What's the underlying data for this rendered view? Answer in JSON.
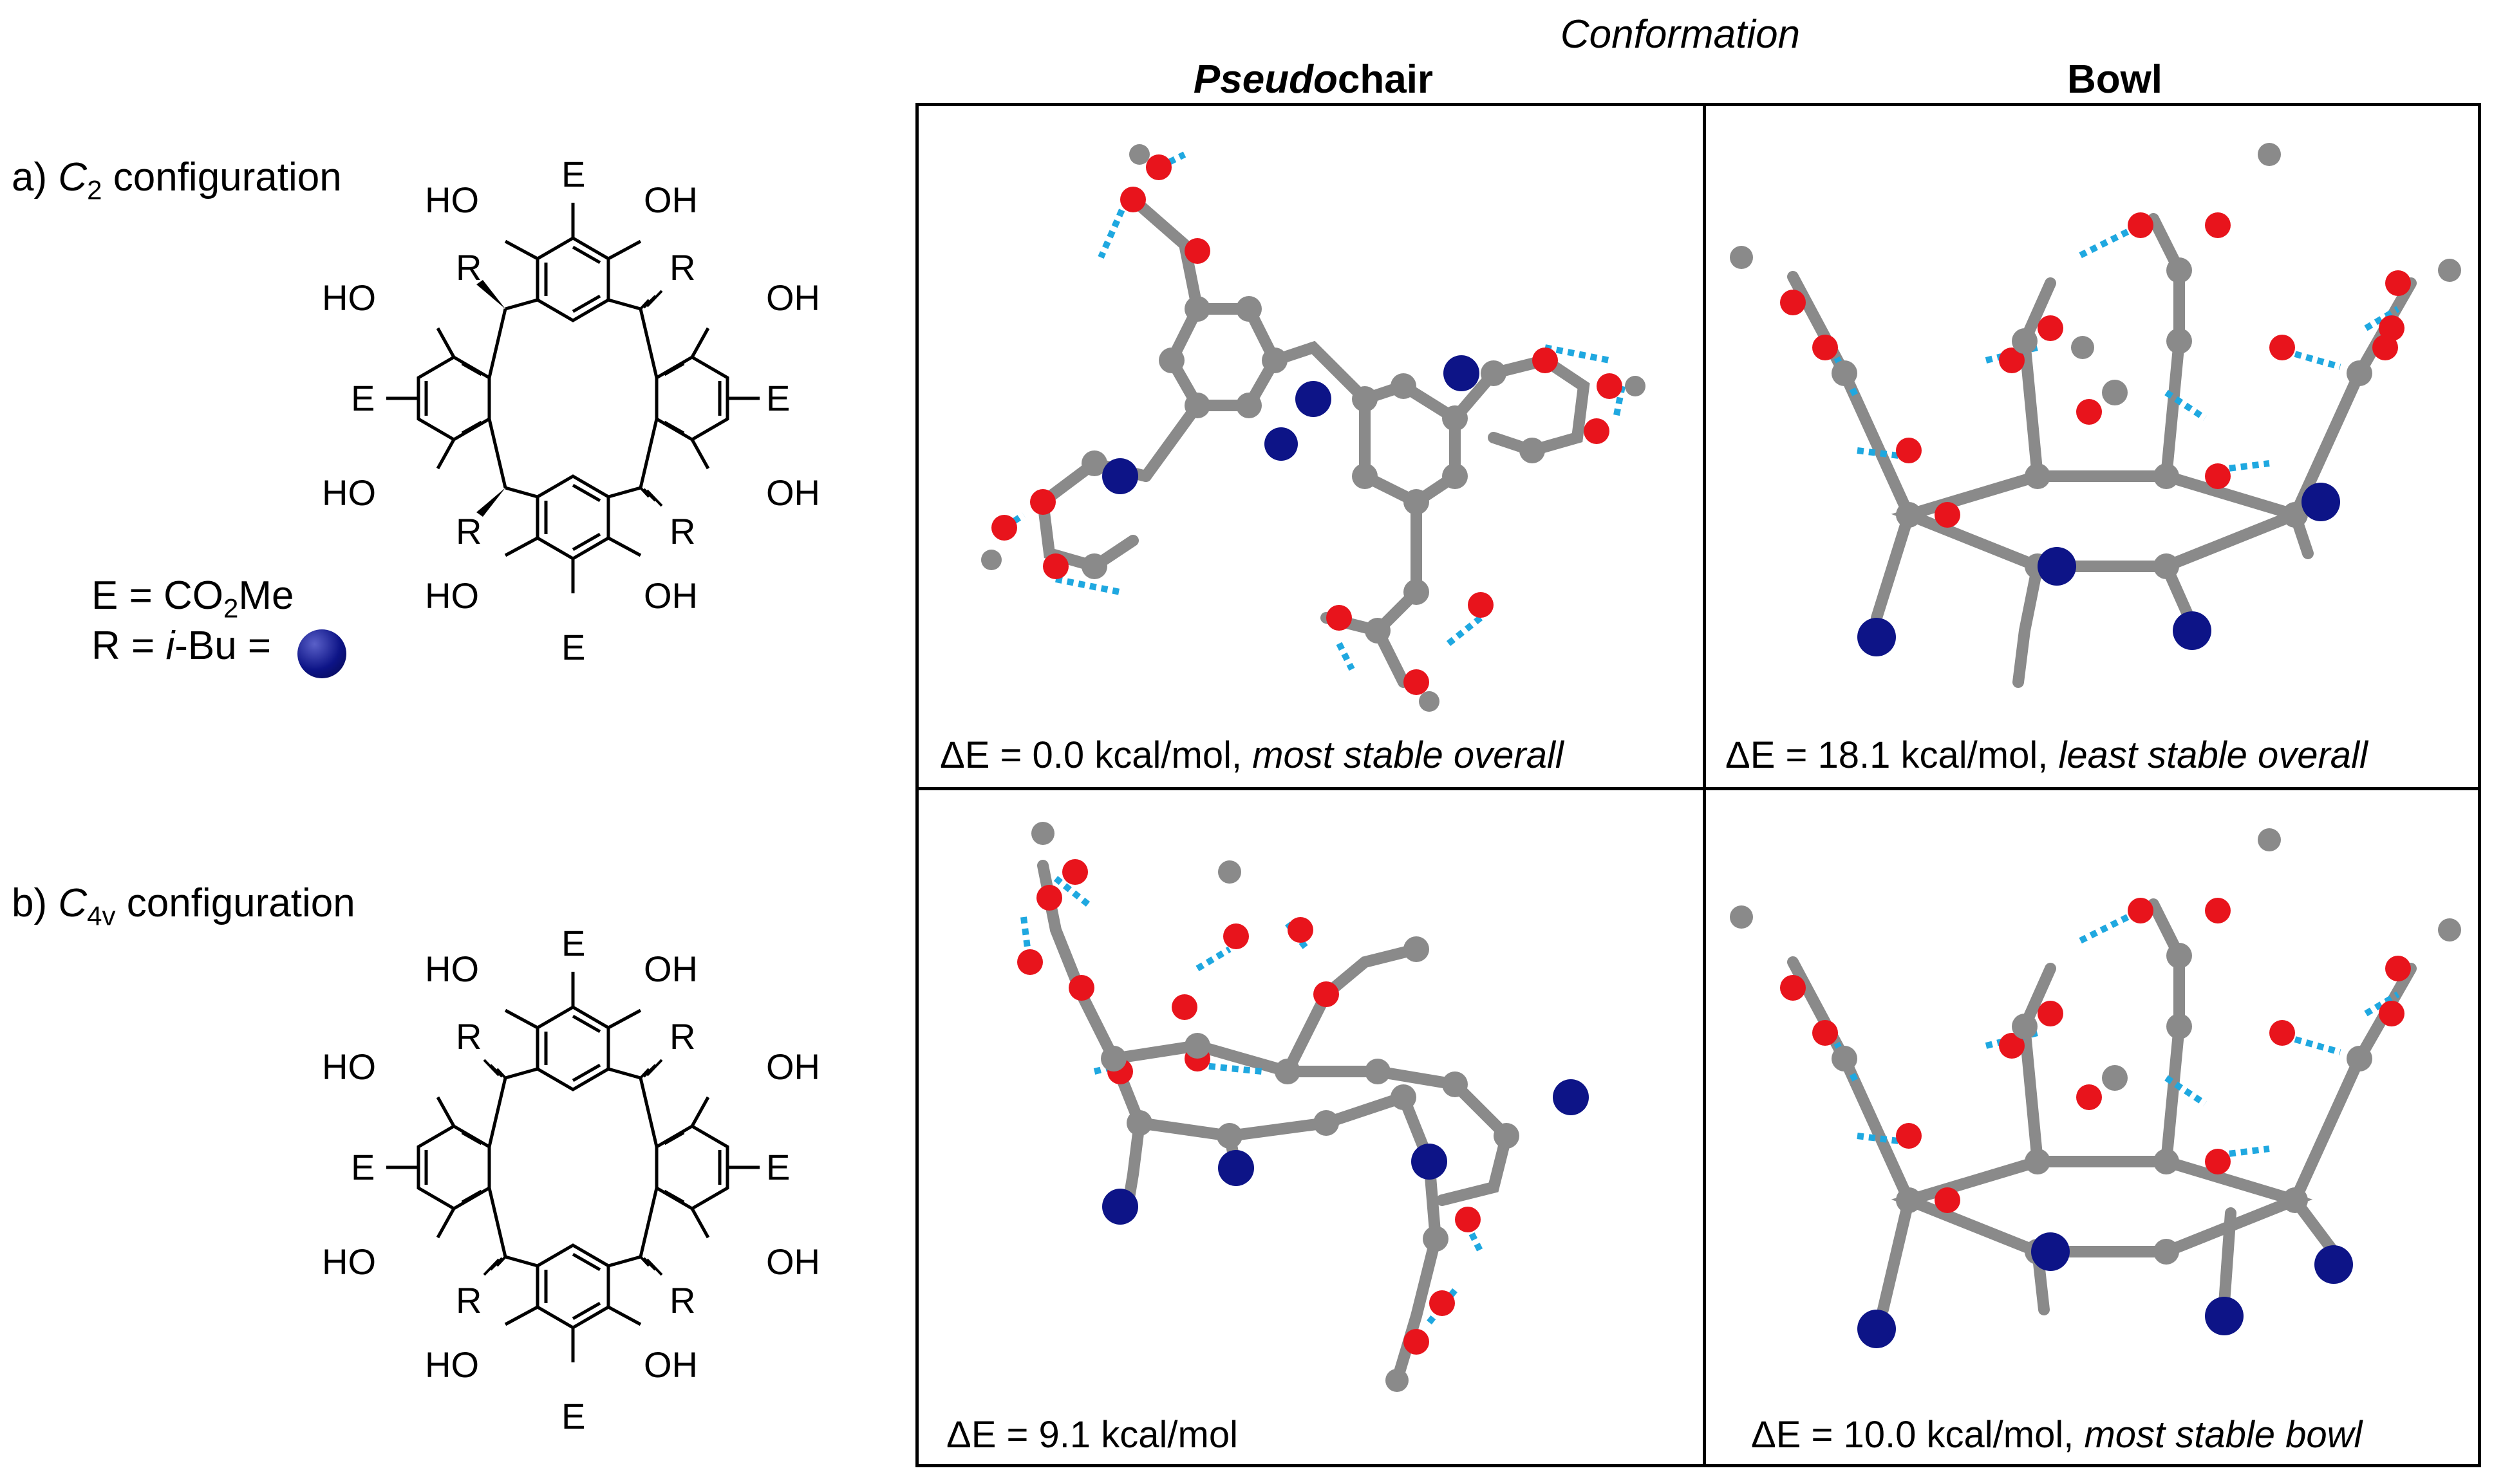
{
  "column_group_header": "Conformation",
  "columns": {
    "pseudochair_italic": "Pseudo",
    "pseudochair_rest": "chair",
    "bowl": "Bowl"
  },
  "row_a": {
    "prefix": "a) ",
    "sym": "C",
    "sub": "2",
    "suffix": " configuration"
  },
  "row_b": {
    "prefix": "b) ",
    "sym": "C",
    "sub": "4v",
    "suffix": " configuration"
  },
  "legend": {
    "e_line_a": "E = CO",
    "e_line_sub": "2",
    "e_line_b": "Me",
    "r_line_a": "R = ",
    "r_line_ital": "i",
    "r_line_b": "-Bu = "
  },
  "atom_labels": {
    "ho": "HO",
    "oh": "OH",
    "e": "E",
    "r": "R"
  },
  "cells": {
    "a_chair": {
      "value": "ΔE = 0.0 kcal/mol, ",
      "note": "most stable overall"
    },
    "a_bowl": {
      "value": "ΔE = 18.1 kcal/mol, ",
      "note": "least stable overall"
    },
    "b_chair": {
      "value": "ΔE = 9.1 kcal/mol",
      "note": ""
    },
    "b_bowl": {
      "value": "ΔE = 10.0 kcal/mol, ",
      "note": "most stable bowl"
    }
  },
  "colors": {
    "carbon": "#8a8a8a",
    "oxygen": "#e8141c",
    "hydrogen": "#eeeeee",
    "isobutyl": "#0d1487",
    "hbond": "#1fa8e0"
  }
}
